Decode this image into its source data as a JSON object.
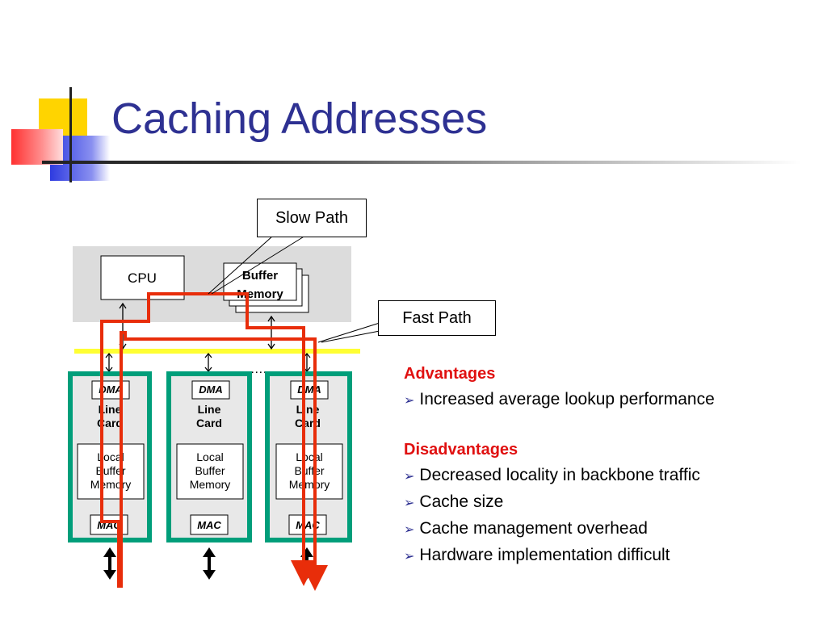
{
  "slide": {
    "title": "Caching Addresses"
  },
  "diagram": {
    "slow_path_label": "Slow Path",
    "fast_path_label": "Fast Path",
    "cpu_label": "CPU",
    "buffer_memory_label": [
      "Buffer",
      "Memory"
    ],
    "ellipsis": "….",
    "line_cards": [
      {
        "dma": "DMA",
        "label": [
          "Line",
          "Card"
        ],
        "buffer": [
          "Local",
          "Buffer",
          "Memory"
        ],
        "mac": "MAC"
      },
      {
        "dma": "DMA",
        "label": [
          "Line",
          "Card"
        ],
        "buffer": [
          "Local",
          "Buffer",
          "Memory"
        ],
        "mac": "MAC"
      },
      {
        "dma": "DMA",
        "label": [
          "Line",
          "Card"
        ],
        "buffer": [
          "Local",
          "Buffer",
          "Memory"
        ],
        "mac": "MAC"
      }
    ],
    "colors": {
      "path_red": "#e82d0a",
      "bus_yellow": "#ffff33",
      "card_teal": "#009e7a",
      "card_fill": "#e8e8e8",
      "cpu_area": "#dcdcdc"
    }
  },
  "bullets": {
    "advantages_heading": "Advantages",
    "advantages": [
      "Increased average lookup performance"
    ],
    "disadvantages_heading": "Disadvantages",
    "disadvantages": [
      "Decreased locality in backbone traffic",
      "Cache size",
      "Cache management overhead",
      "Hardware implementation difficult"
    ]
  }
}
